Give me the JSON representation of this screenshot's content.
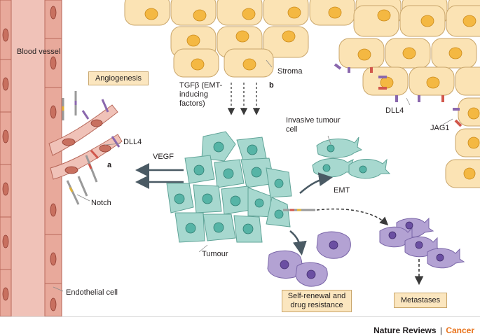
{
  "labels": {
    "blood_vessel": "Blood vessel",
    "angiogenesis": "Angiogenesis",
    "dll4_vessel": "DLL4",
    "panel_a": "a",
    "vegf": "VEGF",
    "notch": "Notch",
    "endothelial_cell": "Endothelial cell",
    "tgf": "TGFβ (EMT-inducing factors)",
    "panel_b": "b",
    "stroma": "Stroma",
    "dll4_stroma": "DLL4",
    "jag1": "JAG1",
    "invasive": "Invasive tumour cell",
    "emt": "EMT",
    "tumour": "Tumour",
    "self_renewal": "Self-renewal and drug resistance",
    "metastases": "Metastases"
  },
  "credit": {
    "journal": "Nature Reviews",
    "separator": "|",
    "section": "Cancer"
  },
  "colors": {
    "vessel": "#e9b0a4",
    "vessel_cell": "#c8705f",
    "stroma_cell": "#fbe3b4",
    "stroma_nucleus": "#f4b842",
    "tumour_cell": "#a7d8cf",
    "tumour_nucleus": "#56b4a6",
    "stem_cell": "#b3a2d3",
    "stem_nucleus": "#6b4fa2",
    "label_box": "#fbe6bf",
    "receptor_purple": "#8a67ad",
    "receptor_red": "#d1574c",
    "cancer_orange": "#e8731c"
  }
}
